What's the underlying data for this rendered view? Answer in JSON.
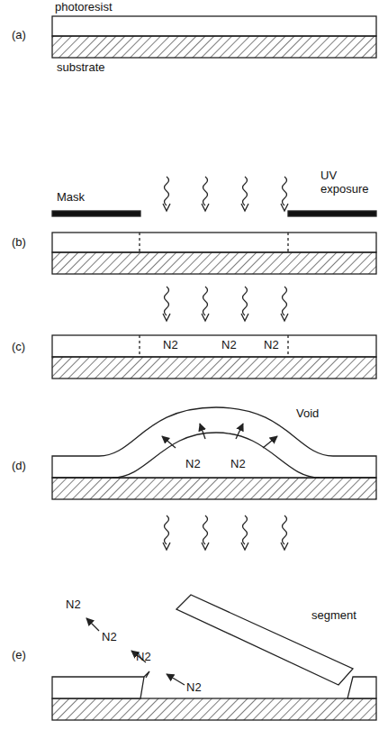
{
  "diagram": {
    "labels": [
      "photoresist",
      "(a)",
      "substrate",
      "Mask",
      "UV exposure",
      "(b)",
      "(c)",
      "N2",
      "N2",
      "N2",
      "(d)",
      "Void",
      "N2",
      "N2",
      "(e)",
      "N2",
      "N2",
      "N2",
      "N2",
      "segment"
    ]
  }
}
